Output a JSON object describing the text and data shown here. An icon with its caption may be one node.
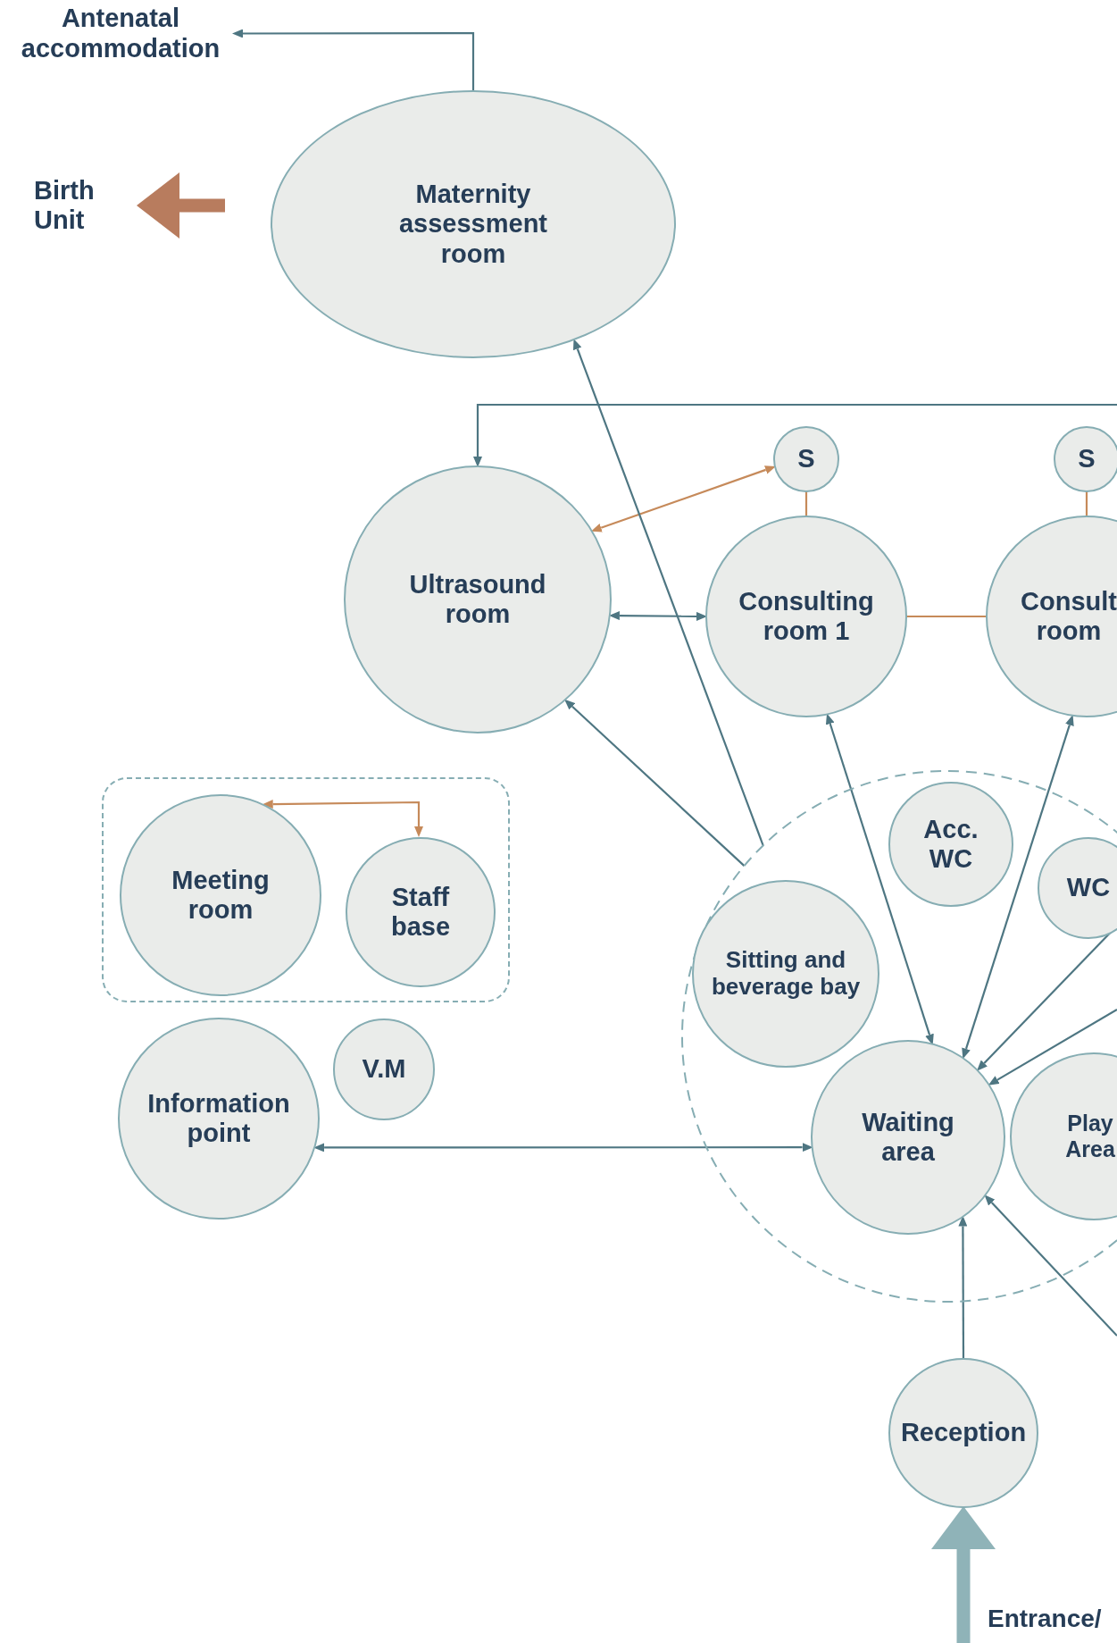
{
  "diagram": {
    "nodes": [
      {
        "text": [
          "Antenatal accommodation"
        ]
      },
      {
        "text": [
          "Birth Unit"
        ]
      },
      {
        "text": [
          "Maternity assessment room"
        ]
      },
      {
        "text": [
          "Ultrasound room"
        ]
      },
      {
        "text": [
          "S"
        ]
      },
      {
        "text": [
          "S"
        ]
      },
      {
        "text": [
          "Consulting room 1"
        ]
      },
      {
        "text": [
          "Consult room"
        ]
      },
      {
        "text": [],
        "shape": "circle"
      },
      {
        "text": [
          "Acc. WC"
        ],
        "in": 8
      },
      {
        "text": [
          "WC"
        ],
        "in": 8
      },
      {
        "text": [
          "Sitting and beverage bay"
        ],
        "in": 8
      },
      {
        "text": [
          "Waiting area"
        ],
        "in": 8
      },
      {
        "text": [
          "Play Area"
        ],
        "in": 8
      },
      {
        "text": [],
        "shape": "box"
      },
      {
        "text": [
          "Meeting room"
        ],
        "in": 14
      },
      {
        "text": [
          "Staff base"
        ],
        "in": 14
      },
      {
        "text": [
          "Information point"
        ]
      },
      {
        "text": [
          "V.M"
        ]
      },
      {
        "text": [
          "Reception"
        ]
      }
    ],
    "edges": [
      {
        "from": 2,
        "to": 0,
        "arrow": "to"
      },
      {
        "from": null,
        "to": 1,
        "arrow": "to",
        "style": "thick",
        "color": "#b87c5e"
      },
      {
        "from": null,
        "to": 3,
        "arrow": "to"
      },
      {
        "from": 3,
        "to": 4,
        "arrow": "both",
        "color": "#c68a5a"
      },
      {
        "from": 3,
        "to": 6,
        "arrow": "both"
      },
      {
        "from": 4,
        "to": 6,
        "arrow": "none",
        "color": "#c68a5a"
      },
      {
        "from": 5,
        "to": 7,
        "arrow": "none",
        "color": "#c68a5a"
      },
      {
        "from": 6,
        "to": 7,
        "arrow": "none",
        "color": "#c68a5a"
      },
      {
        "from": 8,
        "to": 3,
        "arrow": "to"
      },
      {
        "from": 8,
        "to": 2,
        "arrow": "to"
      },
      {
        "from": 6,
        "to": 12,
        "arrow": "both"
      },
      {
        "from": 7,
        "to": 12,
        "arrow": "both"
      },
      {
        "from": 10,
        "to": 12,
        "arrow": "to"
      },
      {
        "from": null,
        "to": 12,
        "arrow": "to"
      },
      {
        "from": null,
        "to": 12,
        "arrow": "to"
      },
      {
        "from": 19,
        "to": 12,
        "arrow": "to"
      },
      {
        "from": 17,
        "to": 12,
        "arrow": "both"
      },
      {
        "from": 15,
        "to": 16,
        "arrow": "both",
        "color": "#c68a5a"
      },
      {
        "from": null,
        "to": 19,
        "arrow": "to",
        "style": "thick",
        "color": "#8fb3b8"
      }
    ],
    "labels": [
      "Entrance/"
    ]
  }
}
